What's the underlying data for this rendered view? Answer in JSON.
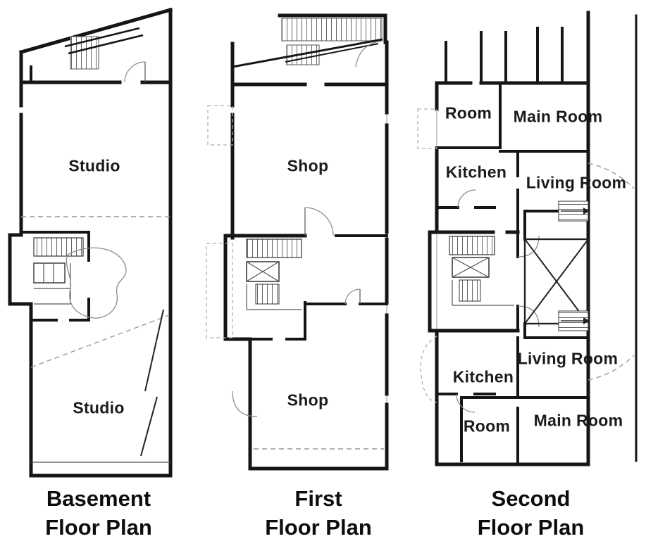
{
  "figure": {
    "type": "architectural-floor-plans",
    "background": "#ffffff",
    "wall_color": "#151515",
    "detail_color": "#888888"
  },
  "plans": [
    {
      "name": "basement",
      "caption_line1": "Basement",
      "caption_line2": "Floor Plan",
      "rooms": [
        {
          "label": "Studio"
        },
        {
          "label": "Studio"
        }
      ]
    },
    {
      "name": "first",
      "caption_line1": "First",
      "caption_line2": "Floor Plan",
      "rooms": [
        {
          "label": "Shop"
        },
        {
          "label": "Shop"
        }
      ]
    },
    {
      "name": "second",
      "caption_line1": "Second",
      "caption_line2": "Floor Plan",
      "rooms": [
        {
          "label": "Room"
        },
        {
          "label": "Main Room"
        },
        {
          "label": "Kitchen"
        },
        {
          "label": "Living Room"
        },
        {
          "label": "Living Room"
        },
        {
          "label": "Kitchen"
        },
        {
          "label": "Room"
        },
        {
          "label": "Main Room"
        }
      ]
    }
  ]
}
